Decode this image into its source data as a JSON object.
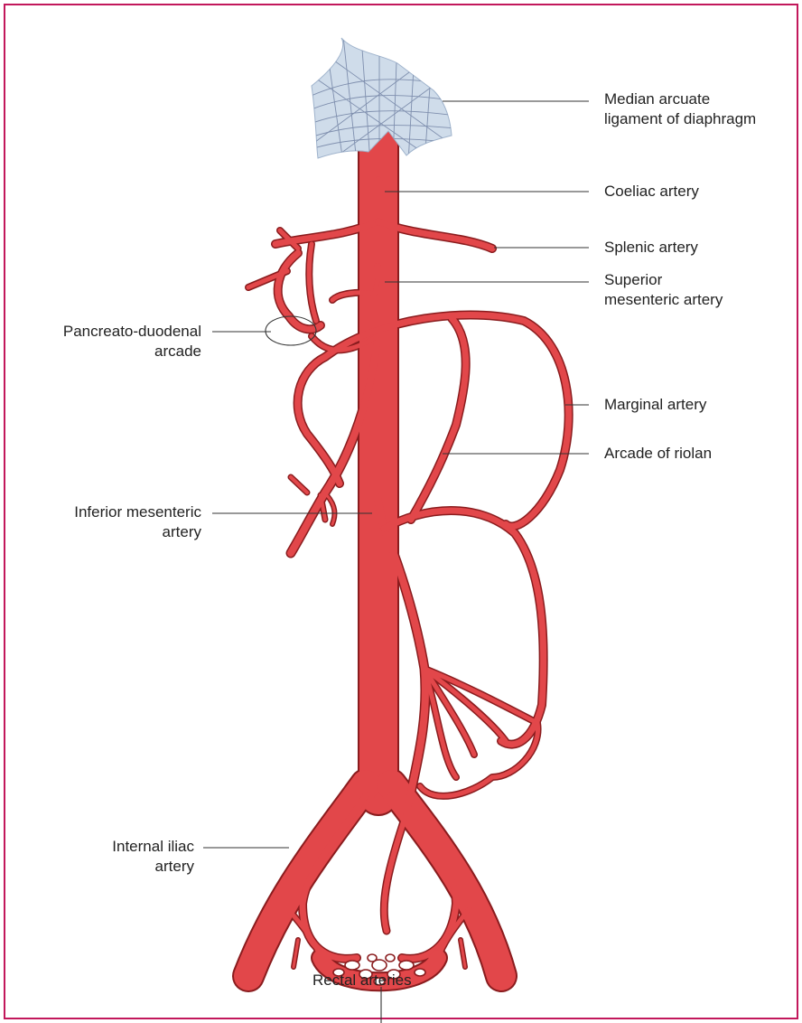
{
  "colors": {
    "artery_fill": "#e2474a",
    "artery_stroke": "#8a1c1e",
    "ligament_fill": "#cfdcea",
    "ligament_lines": "#7f8fae",
    "leader_line": "#333333",
    "frame": "#c2185b"
  },
  "labels": {
    "median_arcuate": [
      "Median arcuate",
      "ligament of diaphragm"
    ],
    "coeliac": "Coeliac artery",
    "splenic": "Splenic artery",
    "superior_mesenteric": [
      "Superior",
      "mesenteric artery"
    ],
    "pancreato_duodenal": [
      "Pancreato-duodenal",
      "arcade"
    ],
    "marginal": "Marginal artery",
    "riolan": "Arcade  of riolan",
    "inferior_mesenteric": [
      "Inferior mesenteric",
      "artery"
    ],
    "internal_iliac": [
      "Internal iliac",
      "artery"
    ],
    "rectal": "Rectal arteries"
  }
}
